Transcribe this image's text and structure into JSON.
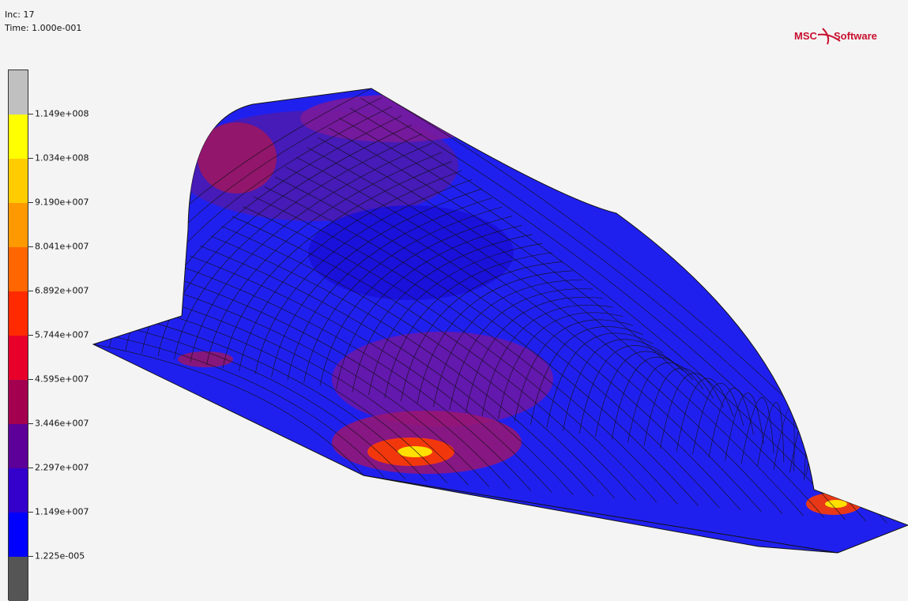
{
  "header": {
    "increment_label": "Inc:  17",
    "time_label": "Time: 1.000e-001"
  },
  "logo": {
    "left_text": "MSC",
    "right_text": "Software"
  },
  "legend": {
    "labels": [
      "1.149e+008",
      "1.034e+008",
      "9.190e+007",
      "8.041e+007",
      "6.892e+007",
      "5.744e+007",
      "4.595e+007",
      "3.446e+007",
      "2.297e+007",
      "1.149e+007",
      "1.225e-005"
    ],
    "colors": [
      "#c0c0c0",
      "#ffff00",
      "#ffcc00",
      "#ff9900",
      "#ff6600",
      "#ff2a00",
      "#e8002a",
      "#a3004f",
      "#5c0099",
      "#3300cc",
      "#0000ff",
      "#555555"
    ]
  },
  "model": {
    "base_color": "#2323e6",
    "mesh_color": "#111111"
  }
}
